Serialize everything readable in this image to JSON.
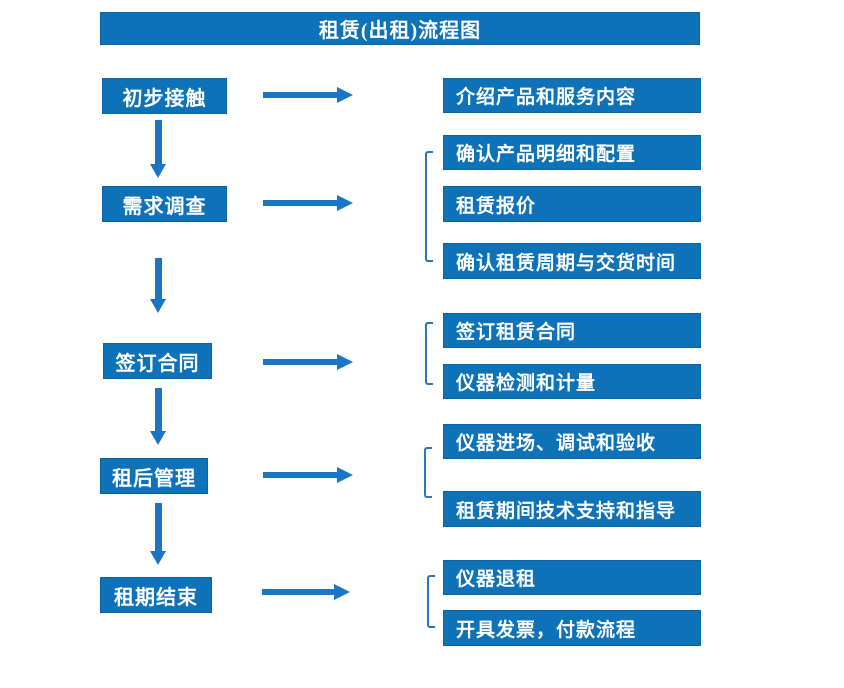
{
  "title": "租赁(出租)流程图",
  "stages": [
    {
      "label": "初步接触"
    },
    {
      "label": "需求调查"
    },
    {
      "label": "签订合同"
    },
    {
      "label": "租后管理"
    },
    {
      "label": "租期结束"
    }
  ],
  "details": [
    {
      "label": "介绍产品和服务内容"
    },
    {
      "label": "确认产品明细和配置"
    },
    {
      "label": "租赁报价"
    },
    {
      "label": "确认租赁周期与交货时间"
    },
    {
      "label": "签订租赁合同"
    },
    {
      "label": "仪器检测和计量"
    },
    {
      "label": "仪器进场、调试和验收"
    },
    {
      "label": "租赁期间技术支持和指导"
    },
    {
      "label": "仪器退租"
    },
    {
      "label": "开具发票，付款流程"
    }
  ],
  "colors": {
    "box_blue": "#0e72b9",
    "arrow_blue": "#1a76c5",
    "bracket_blue": "#2e75b6",
    "text": "#ffffff",
    "background": "#ffffff"
  }
}
